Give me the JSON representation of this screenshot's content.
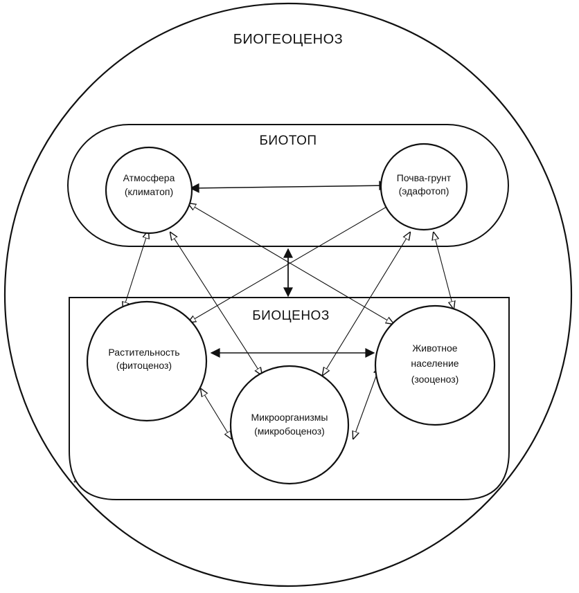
{
  "outer": {
    "title": "БИОГЕОЦЕНОЗ"
  },
  "biotope": {
    "title": "БИОТОП",
    "atmosphere": {
      "line1": "Атмосфера",
      "line2": "(климатоп)"
    },
    "soil": {
      "line1": "Почва-грунт",
      "line2": "(эдафотоп)"
    }
  },
  "biocenosis": {
    "title": "БИОЦЕНОЗ",
    "plants": {
      "line1": "Растительность",
      "line2": "(фитоценоз)"
    },
    "animals": {
      "line1": "Животное",
      "line2": "население",
      "line3": "(зооценоз)"
    },
    "microbes": {
      "line1": "Микроорганизмы",
      "line2": "(микробоценоз)"
    }
  },
  "colors": {
    "ink": "#111111",
    "background": "#ffffff"
  }
}
